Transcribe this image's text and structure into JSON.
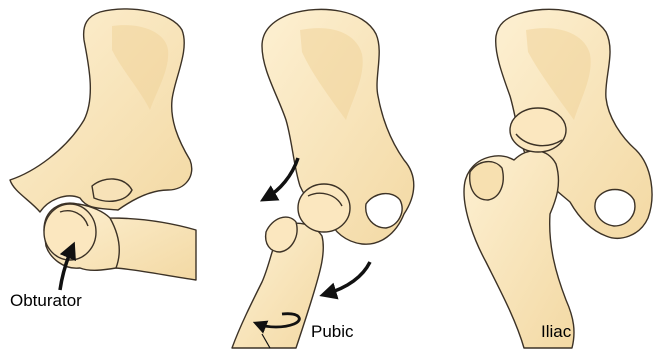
{
  "labels": {
    "obturator": "Obturator",
    "pubic": "Pubic",
    "iliac": "Iliac"
  },
  "colors": {
    "bone_fill": "#fbe7bf",
    "bone_shadow": "#f0d39b",
    "outline": "#3c3226",
    "arrow": "#111111"
  }
}
